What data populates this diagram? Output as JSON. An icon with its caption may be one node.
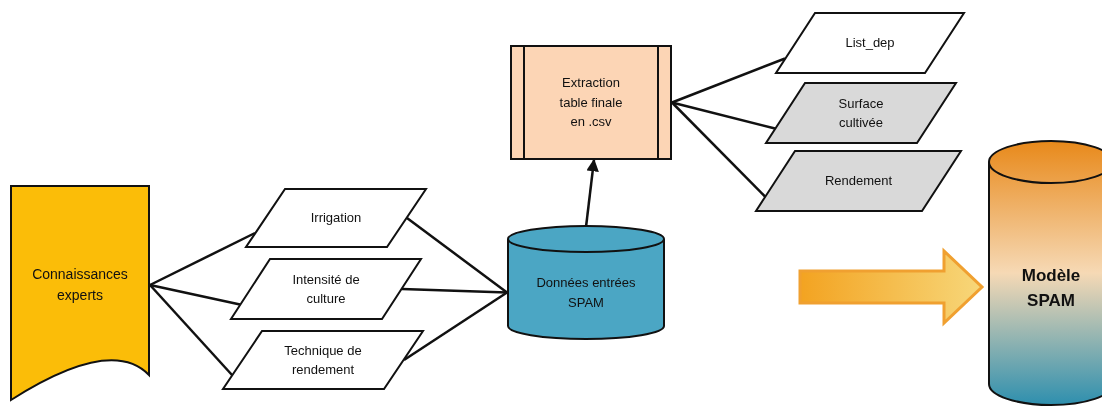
{
  "diagram": {
    "nodes": [
      {
        "text": [
          "Connaissances experts"
        ]
      },
      {
        "text": [
          "Irrigation"
        ]
      },
      {
        "text": [
          "Intensité de culture"
        ]
      },
      {
        "text": [
          "Technique de rendement"
        ]
      },
      {
        "text": [
          "Données entrées SPAM"
        ]
      },
      {
        "text": [
          "Extraction table finale en .csv"
        ]
      },
      {
        "text": [
          "List_dep"
        ]
      },
      {
        "text": [
          "Surface cultivée"
        ]
      },
      {
        "text": [
          "Rendement"
        ]
      },
      {
        "text": [
          "Modèle SPAM"
        ]
      }
    ],
    "edges": [
      {
        "from": 0,
        "to": 1,
        "arrow": "none"
      },
      {
        "from": 0,
        "to": 2,
        "arrow": "none"
      },
      {
        "from": 0,
        "to": 3,
        "arrow": "none"
      },
      {
        "from": 1,
        "to": 4,
        "arrow": "none"
      },
      {
        "from": 2,
        "to": 4,
        "arrow": "none"
      },
      {
        "from": 3,
        "to": 4,
        "arrow": "none"
      },
      {
        "from": 4,
        "to": 5,
        "arrow": "to"
      },
      {
        "from": 5,
        "to": 6,
        "arrow": "none"
      },
      {
        "from": 5,
        "to": 7,
        "arrow": "none"
      },
      {
        "from": 5,
        "to": 8,
        "arrow": "none"
      },
      {
        "from": null,
        "to": 9,
        "arrow": "to",
        "style": "thick",
        "color": "#f0a030"
      }
    ]
  }
}
